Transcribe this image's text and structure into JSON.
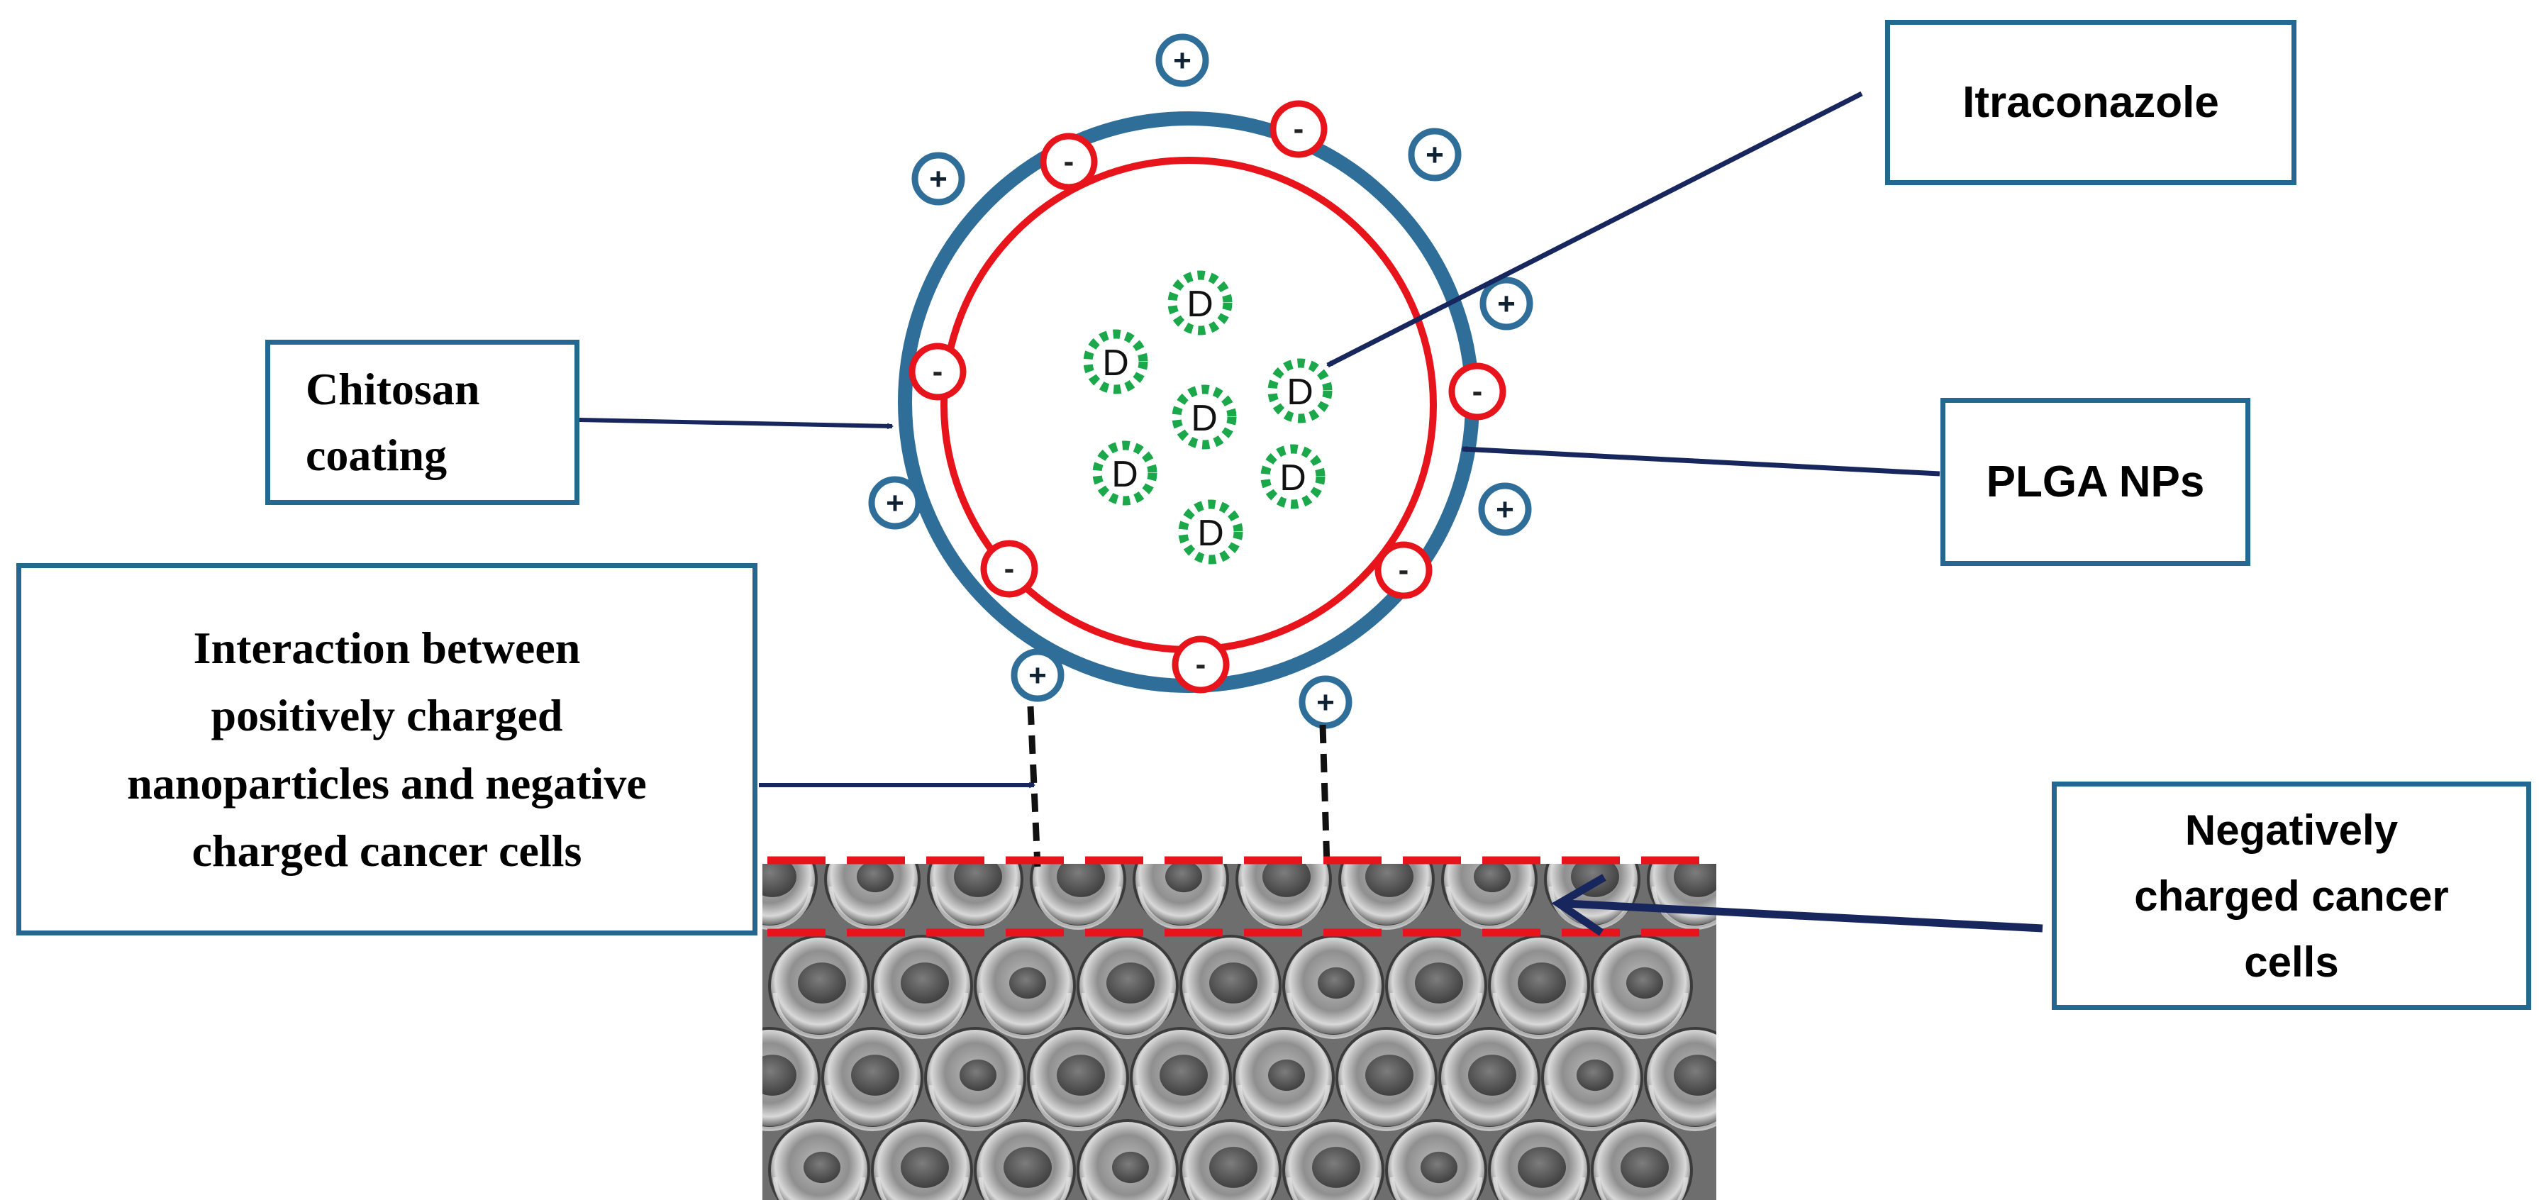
{
  "labels": {
    "itraconazole": "Itraconazole",
    "chitosan": "Chitosan\ncoating",
    "plga": "PLGA NPs",
    "interaction": "Interaction between\npositively charged\nnanoparticles and negative\ncharged cancer cells",
    "cancer_cells": "Negatively\ncharged cancer\ncells"
  },
  "symbols": {
    "positive": "+",
    "negative": "-",
    "drug": "D"
  },
  "colors": {
    "box_border": "#24688f",
    "chitosan_ring": "#2e6e98",
    "plga_ring": "#e8141b",
    "drug_dots": "#1aa84a",
    "arrows": "#17275e",
    "cell_boundary": "#e8141b"
  },
  "icons": {
    "cell_texture": "sem-cell-layer-image"
  }
}
